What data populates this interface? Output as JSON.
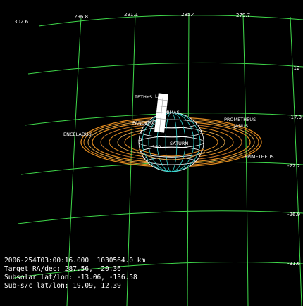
{
  "ra_labels": [
    "302.6",
    "296.8",
    "291.1",
    "285.4",
    "279.7"
  ],
  "dec_labels": [
    "-12",
    "-17.3",
    "-22.2",
    "-26.9",
    "-31.6"
  ],
  "body_labels": {
    "tethys": "TETHYS",
    "lapetus": "LAPE",
    "mimas": "MIMAS",
    "pandora": "PANDORA",
    "prometheus": "PROMETHEUS",
    "janus": "JANUS",
    "enceladus": "ENCELADUS",
    "epimetheus": "EPIMETHEUS",
    "saturn": "SATURN",
    "r180": "180",
    "r0": "0",
    "rm1": "-1"
  },
  "info": {
    "line1": "2006-254T03:00:16.000  1030564.0 km",
    "line2": "Target RA/dec: 287.56, -20.36",
    "line3": "Subsolar lat/lon: -13.06, -136.58",
    "line4": "Sub-s/c lat/lon: 19.09, 12.39"
  },
  "colors": {
    "grid": "#3fd84a",
    "planet_grid": "#34d6d0",
    "rings": "#e08a20",
    "text": "#ffffff"
  }
}
